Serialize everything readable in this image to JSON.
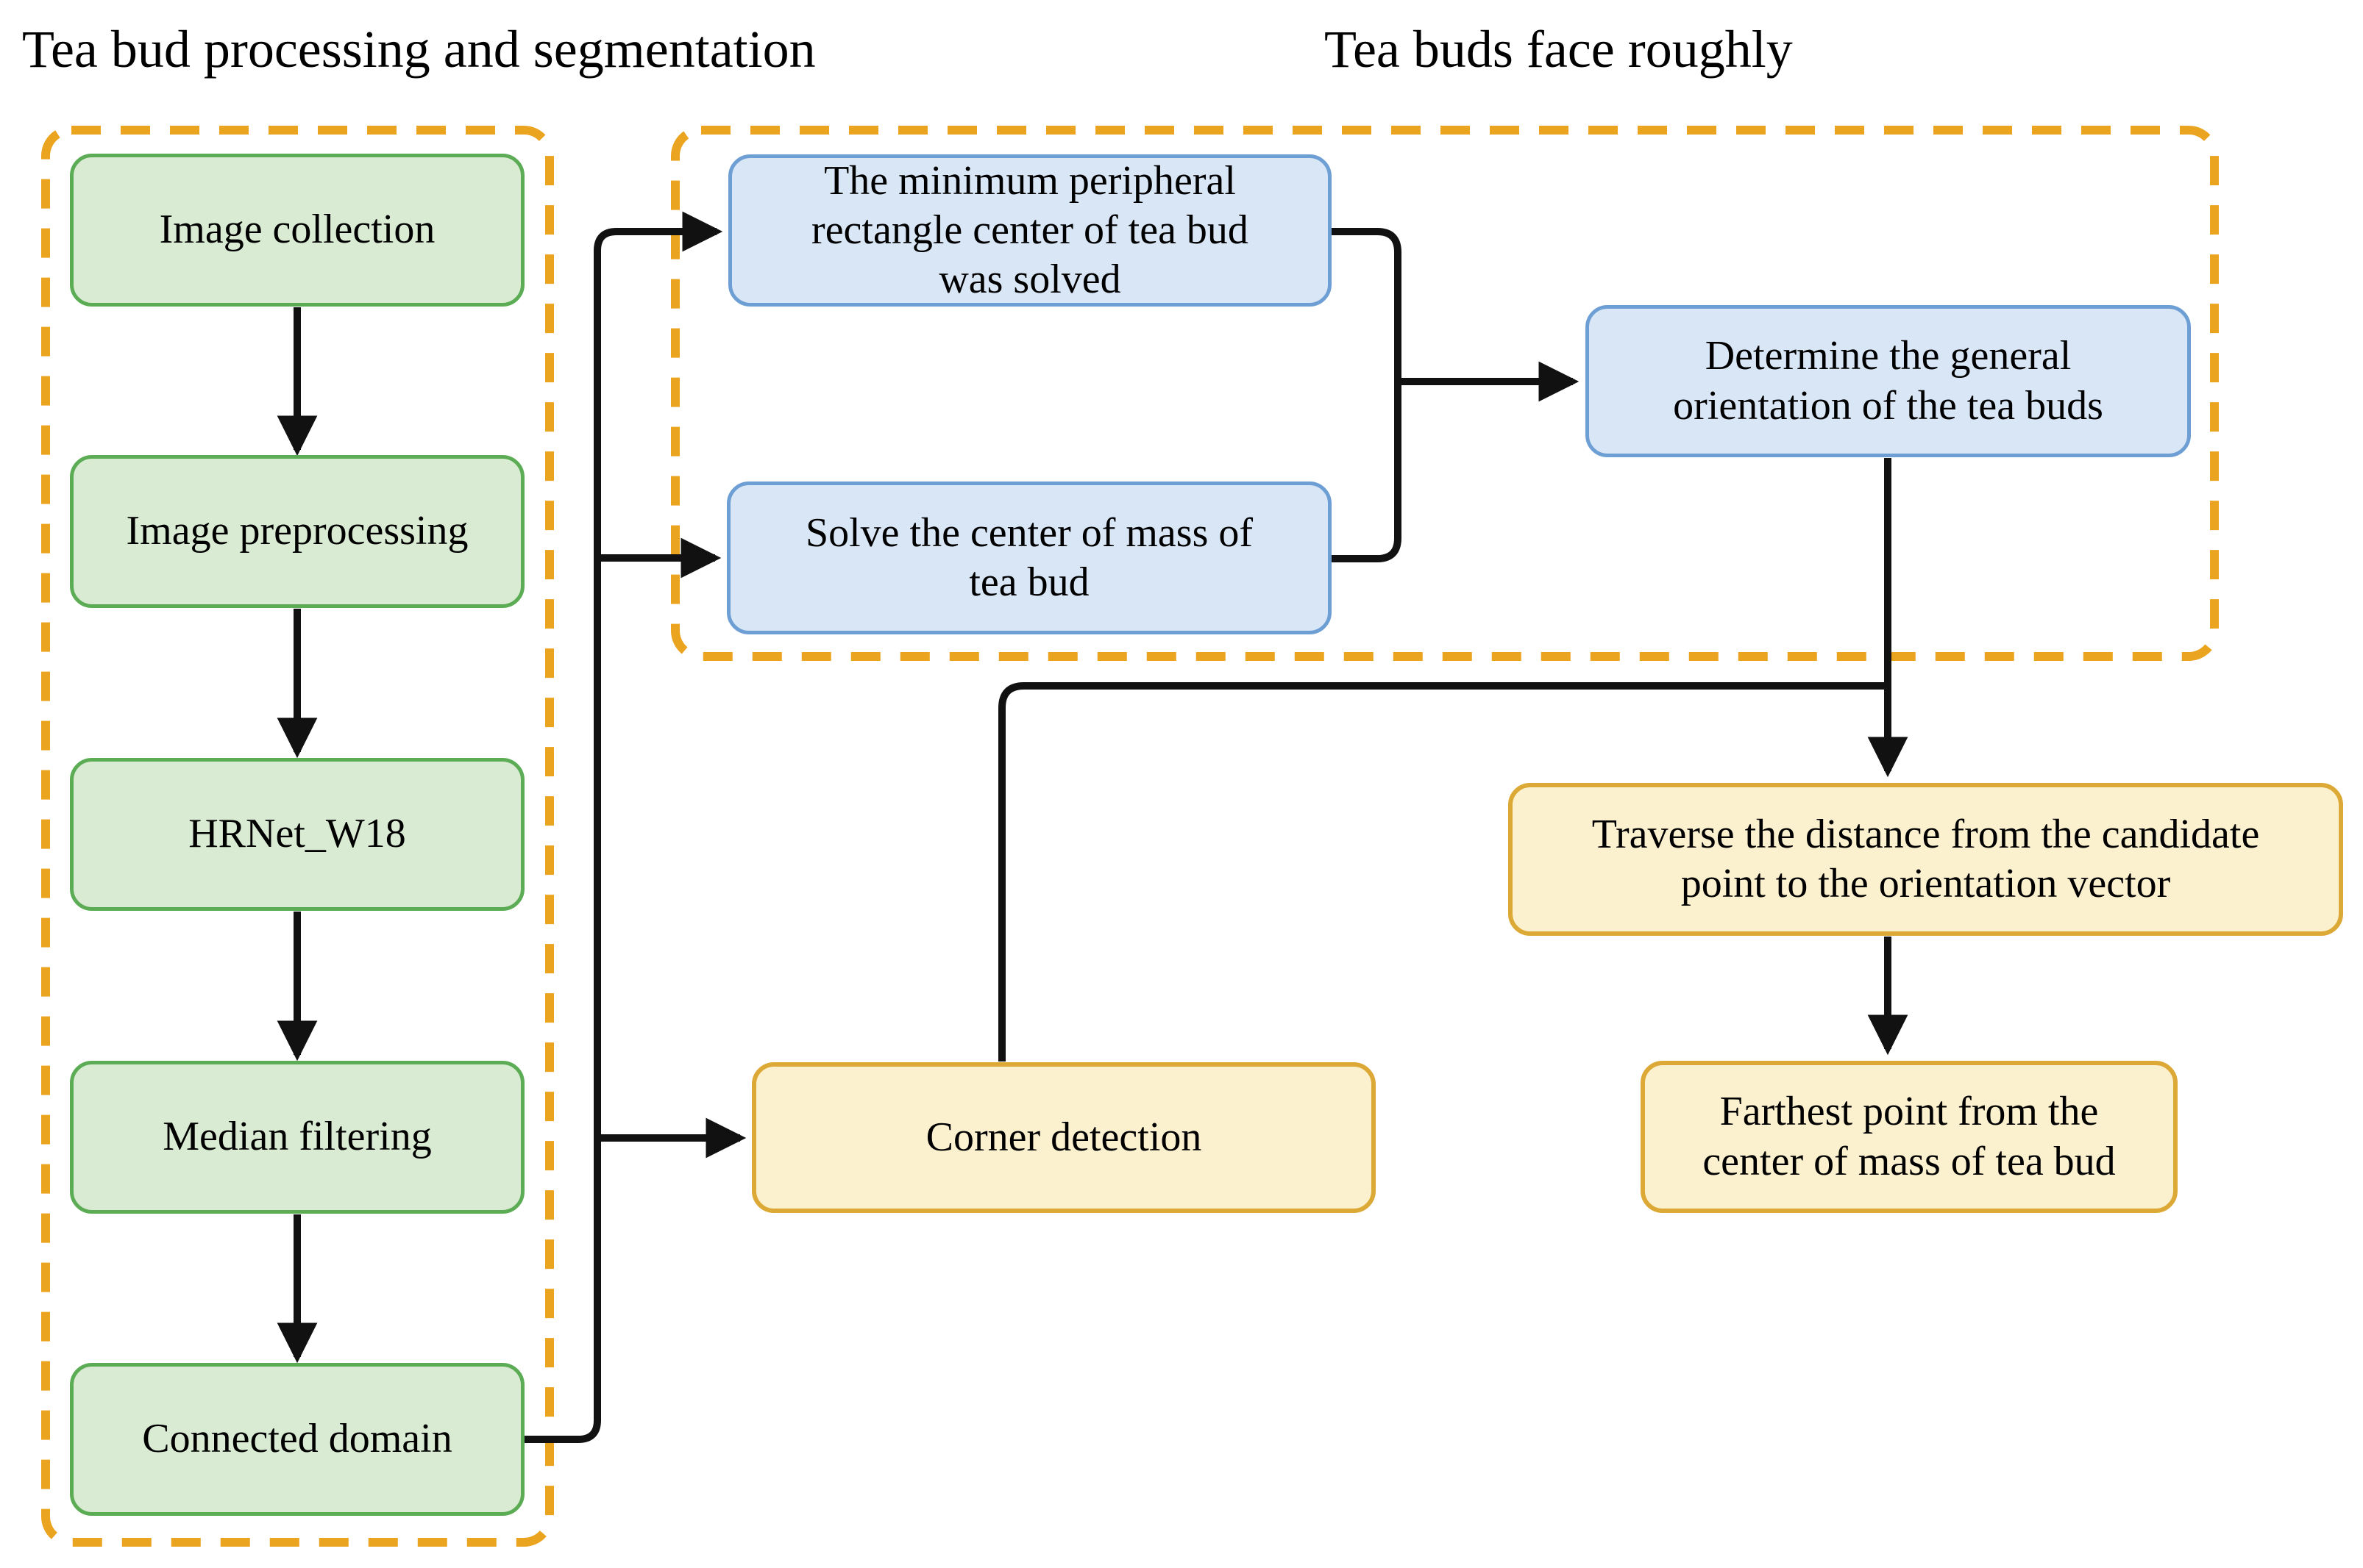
{
  "figure": {
    "left_group": {
      "title": "Tea bud processing and segmentation",
      "boxes": [
        {
          "label": "Image collection"
        },
        {
          "label": "Image preprocessing"
        },
        {
          "label": "HRNet_W18"
        },
        {
          "label": "Median filtering"
        },
        {
          "label": "Connected domain"
        }
      ]
    },
    "right_group": {
      "title": "Tea buds face roughly",
      "boxes": {
        "min_rect": {
          "lines": [
            "The minimum peripheral",
            "rectangle center of tea bud",
            "was solved"
          ]
        },
        "center_mass": {
          "lines": [
            "Solve the center of mass of",
            "tea bud"
          ]
        },
        "orientation": {
          "lines": [
            "Determine the general",
            "orientation of the tea buds"
          ]
        }
      }
    },
    "bottom_group": {
      "corner": {
        "label": "Corner detection"
      },
      "traverse": {
        "lines": [
          "Traverse the distance from the candidate",
          "point to the orientation vector"
        ]
      },
      "farthest": {
        "lines": [
          "Farthest point from the",
          "center of mass of tea bud"
        ]
      }
    },
    "colors": {
      "panel_dashed_border": "#EBA41F",
      "green_fill": "#D9EBD3",
      "green_border": "#5BAC54",
      "blue_fill": "#D9E6F6",
      "blue_border": "#6E9FD4",
      "yellow_fill": "#FCF1CF",
      "yellow_border": "#DCA937",
      "connector": "#111111",
      "text": "#000000",
      "background": "#FFFFFF"
    }
  }
}
